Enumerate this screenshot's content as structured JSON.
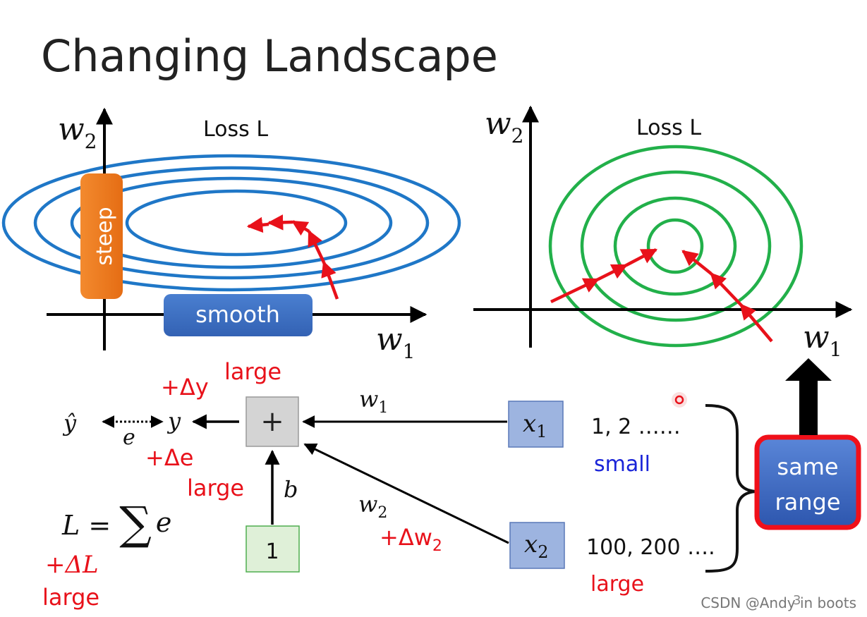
{
  "title": "Changing Landscape",
  "left_plot": {
    "loss_label": "Loss L",
    "axis_x_label": "w",
    "axis_x_sub": "1",
    "axis_y_label": "w",
    "axis_y_sub": "2",
    "steep_label": "steep",
    "smooth_label": "smooth"
  },
  "right_plot": {
    "loss_label": "Loss L",
    "axis_x_label": "w",
    "axis_x_sub": "1",
    "axis_y_label": "w",
    "axis_y_sub": "2"
  },
  "network": {
    "y_hat": "ŷ",
    "y": "y",
    "e": "e",
    "delta_y": "+Δy",
    "delta_y_note": "large",
    "delta_e": "+Δe",
    "delta_e_note": "large",
    "plus_node": "+",
    "bias_node": "1",
    "bias_label": "b",
    "x1_base": "x",
    "x1_sub": "1",
    "x2_base": "x",
    "x2_sub": "2",
    "w1_base": "w",
    "w1_sub": "1",
    "w2_base": "w",
    "w2_sub": "2",
    "delta_w2_prefix": "+Δw",
    "delta_w2_sub": "2",
    "x1_values": "1, 2 ……",
    "x1_note": "small",
    "x2_values": "100, 200 ….",
    "x2_note": "large",
    "loss_formula_lhs": "L = ",
    "loss_formula_sum": "∑",
    "loss_formula_rhs": "e",
    "delta_L": "+ΔL",
    "delta_L_note": "large",
    "same_range_line1": "same",
    "same_range_line2": "range"
  },
  "watermark": "CSDN @Andy in boots",
  "page_number": "3",
  "colors": {
    "red": "#e8111a",
    "blue_ellipse": "#1f77c7",
    "green_circle": "#22b04a",
    "steep_orange": "#f07c22",
    "smooth_blue": "#3a6fc0",
    "small_blue": "#1a24d8",
    "same_range_fill": "#3565c3",
    "same_range_border": "#f0101a"
  }
}
